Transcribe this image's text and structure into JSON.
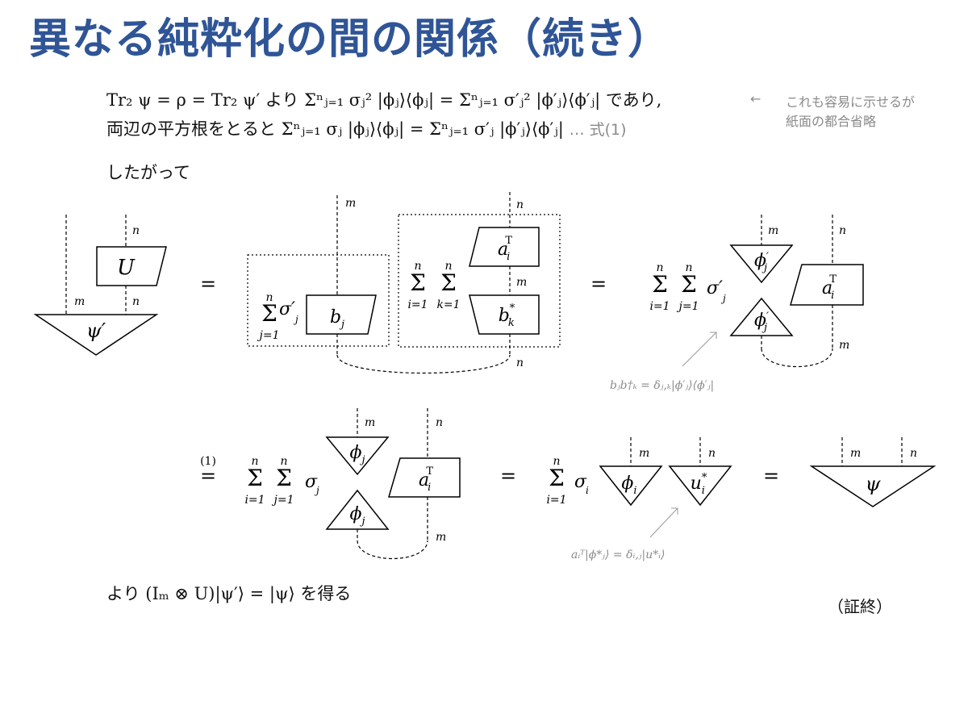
{
  "title": "異なる純粋化の間の関係（続き）",
  "statement": {
    "line1": "Tr₂ ψ = ρ = Tr₂ ψ′ より Σⁿⱼ₌₁ σⱼ² |ϕⱼ⟩⟨ϕⱼ| = Σⁿⱼ₌₁ σ′ⱼ² |ϕ′ⱼ⟩⟨ϕ′ⱼ| であり,",
    "line2_prefix": "両辺の平方根をとると Σⁿⱼ₌₁ σⱼ |ϕⱼ⟩⟨ϕⱼ| = Σⁿⱼ₌₁ σ′ⱼ |ϕ′ⱼ⟩⟨ϕ′ⱼ|",
    "line2_ref": "… 式(1)"
  },
  "side_note": {
    "arrow": "←",
    "line1": "これも容易に示せるが",
    "line2": "紙面の都合省略"
  },
  "therefore": "したがって",
  "diagram": {
    "U": "U",
    "psi_prime": "ψ′",
    "psi": "ψ",
    "b_j": "b",
    "b_j_sub": "j",
    "b_k": "b",
    "b_k_sub": "k",
    "b_k_sup": "*",
    "a_i": "a",
    "a_i_sub": "i",
    "a_i_sup": "T",
    "phi": "ϕ",
    "phi_prime_sup": "′",
    "u": "u",
    "u_sub": "i",
    "u_sup": "*",
    "sum": "Σ",
    "sigma": "σ",
    "sigma_prime": "σ′",
    "i_eq_1": "i=1",
    "j_eq_1": "j=1",
    "k_eq_1": "k=1",
    "n": "n",
    "m": "m",
    "eq": "=",
    "ref_mark": "(1)",
    "note1": "bⱼb†ₖ = δⱼ,ₖ|ϕ′ⱼ⟩⟨ϕ′ⱼ|",
    "note2": "aᵢᵀ|ϕ*ⱼ⟩ = δᵢ,ⱼ|u*ᵢ⟩"
  },
  "conclusion": "より (Iₘ ⊗ U)|ψ′⟩ = |ψ⟩ を得る",
  "qed": "（証終）"
}
